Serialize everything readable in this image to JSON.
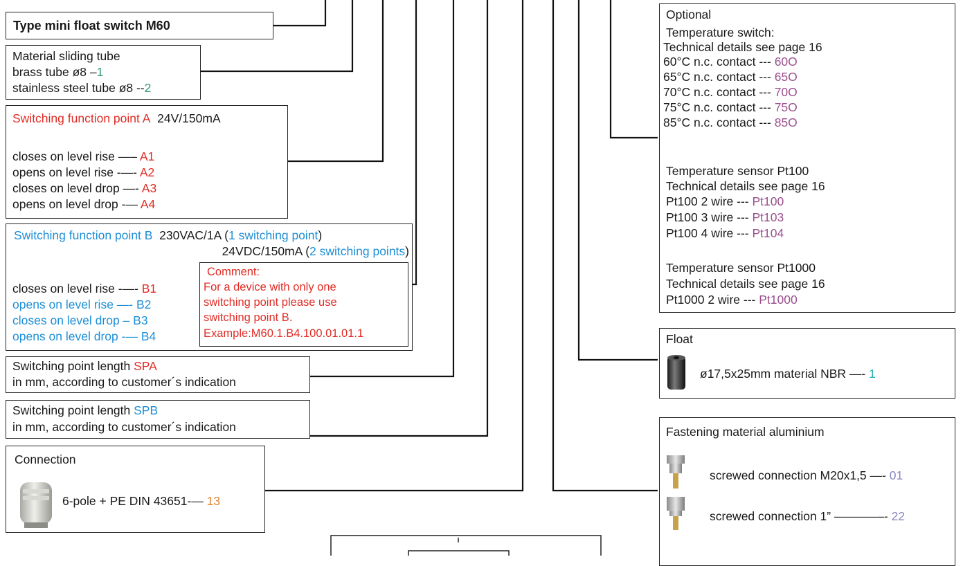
{
  "title": "Type mini float switch M60",
  "material": {
    "heading": "Material sliding tube",
    "brass": "brass tube ø8 –",
    "brass_code": "1",
    "steel": "stainless steel tube ø8 --",
    "steel_code": "2"
  },
  "point_a": {
    "heading": "Switching function point A",
    "rating": "24V/150mA",
    "items": [
      {
        "label": "closes on level rise —–",
        "code": "A1"
      },
      {
        "label": "opens on level rise -—-",
        "code": "A2"
      },
      {
        "label": "closes on level drop —-",
        "code": "A3"
      },
      {
        "label": "opens on level drop -—",
        "code": "A4"
      }
    ]
  },
  "point_b": {
    "heading": "Switching function point B",
    "rating1": "230VAC/1A (",
    "rating1_blue": "1 switching point",
    "rating1_end": ")",
    "rating2": "24VDC/150mA (",
    "rating2_blue": "2 switching points",
    "rating2_end": ")",
    "items": [
      {
        "label": "closes on level rise -—-",
        "code": "B1"
      },
      {
        "label": "opens on level rise —-",
        "code": "B2"
      },
      {
        "label": "closes on level drop –",
        "code": "B3"
      },
      {
        "label": "opens on level drop -—",
        "code": "B4"
      }
    ],
    "comment": [
      "Comment:",
      "For a device with only one",
      "switching point please use",
      "switching point B.",
      "Example:M60.1.B4.100.01.01.1"
    ]
  },
  "spa": {
    "label": "Switching point length",
    "code": "SPA",
    "desc": "in mm, according to customer´s indication"
  },
  "spb": {
    "label": "Switching point length",
    "code": "SPB",
    "desc": "in mm, according to customer´s indication"
  },
  "connection": {
    "heading": "Connection",
    "item": "6-pole + PE DIN 43651-—",
    "code": "13"
  },
  "optional": {
    "heading": "Optional",
    "temp_switch": "Temperature switch:",
    "details": "Technical details see page 16",
    "switches": [
      {
        "label": "60°C n.c. contact ---",
        "code": "60O"
      },
      {
        "label": "65°C n.c. contact ---",
        "code": "65O"
      },
      {
        "label": "70°C n.c. contact ---",
        "code": "70O"
      },
      {
        "label": "75°C n.c. contact ---",
        "code": "75O"
      },
      {
        "label": "85°C n.c. contact ---",
        "code": "85O"
      }
    ],
    "pt100_heading": "Temperature sensor Pt100",
    "pt100_details": "Technical details see page 16",
    "pt100": [
      {
        "label": "Pt100 2 wire ---",
        "code": "Pt100"
      },
      {
        "label": "Pt100 3 wire ---",
        "code": "Pt103"
      },
      {
        "label": "Pt100 4 wire ---",
        "code": "Pt104"
      }
    ],
    "pt1000_heading": "Temperature sensor Pt1000",
    "pt1000_details": "Technical details see page 16",
    "pt1000": [
      {
        "label": "Pt1000 2 wire ---",
        "code": "Pt1000"
      }
    ]
  },
  "float": {
    "heading": "Float",
    "item": "ø17,5x25mm material NBR —-",
    "code": "1"
  },
  "fastening": {
    "heading": "Fastening material aluminium",
    "items": [
      {
        "label": "screwed connection M20x1,5 —-",
        "code": "01"
      },
      {
        "label": "screwed connection 1” –———–-",
        "code": "22"
      }
    ]
  }
}
